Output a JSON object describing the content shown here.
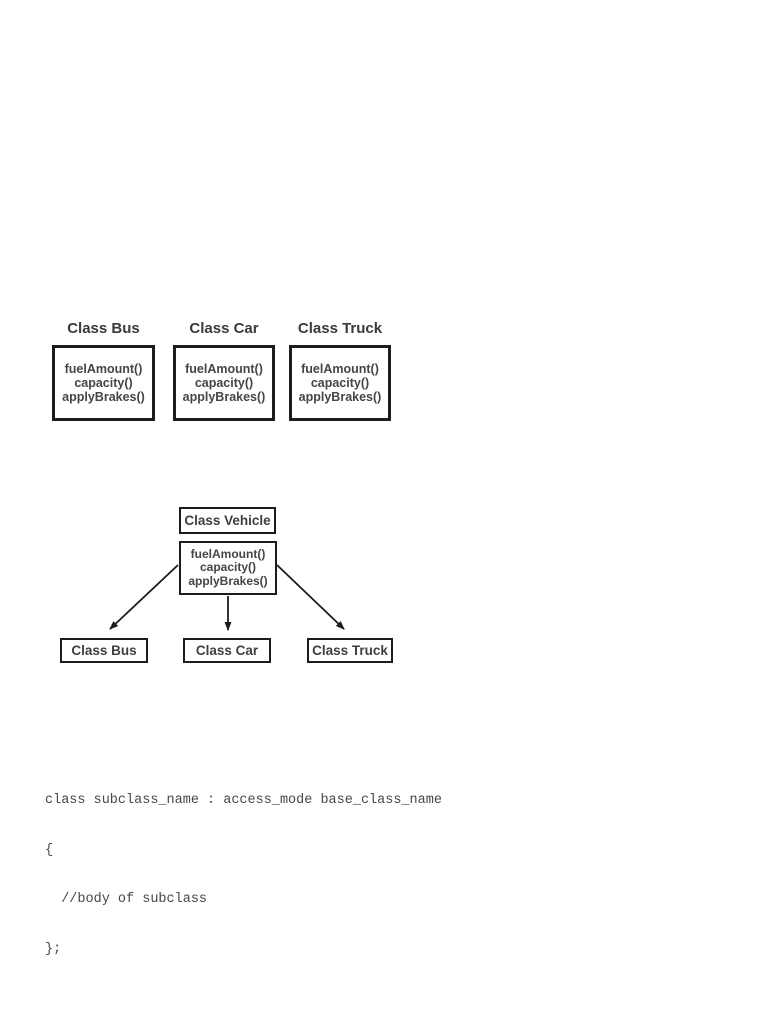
{
  "colors": {
    "page_background": "#ffffff",
    "box_border": "#1c1c1c",
    "heading_text": "#3a3a3a",
    "method_text": "#454545",
    "arrow": "#1c1c1c",
    "code_text": "#474747"
  },
  "separate_classes_figure": {
    "classes": [
      {
        "title": "Class Bus",
        "methods": [
          "fuelAmount()",
          "capacity()",
          "applyBrakes()"
        ]
      },
      {
        "title": "Class Car",
        "methods": [
          "fuelAmount()",
          "capacity()",
          "applyBrakes()"
        ]
      },
      {
        "title": "Class Truck",
        "methods": [
          "fuelAmount()",
          "capacity()",
          "applyBrakes()"
        ]
      }
    ]
  },
  "inheritance_figure": {
    "base_class": {
      "title": "Class Vehicle",
      "methods": [
        "fuelAmount()",
        "capacity()",
        "applyBrakes()"
      ]
    },
    "derived_classes": [
      {
        "title": "Class Bus"
      },
      {
        "title": "Class Car"
      },
      {
        "title": "Class Truck"
      }
    ]
  },
  "code_snippet": {
    "lines": [
      "class subclass_name : access_mode base_class_name",
      "{",
      "  //body of subclass",
      "};"
    ]
  }
}
